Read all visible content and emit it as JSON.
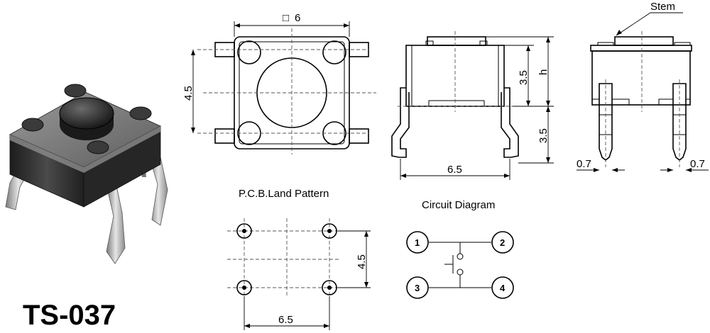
{
  "model": "TS-037",
  "top_view": {
    "square_symbol": "□",
    "width_label": "6",
    "height_label": "4.5"
  },
  "side_view": {
    "dim_35_upper": "3.5",
    "dim_h": "h",
    "dim_35_lower": "3.5",
    "dim_65": "6.5"
  },
  "end_view": {
    "stem_label": "Stem",
    "pin_left": "0.7",
    "pin_right": "0.7"
  },
  "pcb": {
    "title": "P.C.B.Land Pattern",
    "height_label": "4.5",
    "width_label": "6.5"
  },
  "circuit": {
    "title": "Circuit Diagram",
    "pins": [
      "1",
      "2",
      "3",
      "4"
    ]
  },
  "colors": {
    "line": "#000000",
    "body_dark": "#2a2a2a",
    "metal": "#b8b8b8"
  }
}
